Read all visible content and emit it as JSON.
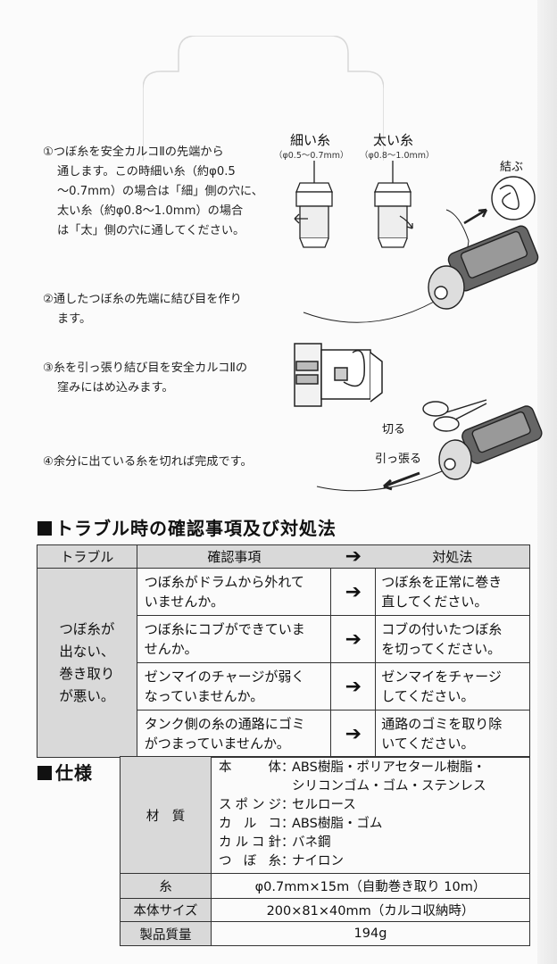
{
  "steps": [
    {
      "line1": "①つぼ糸を安全カルコⅡの先端から",
      "line2": "通します。この時細い糸（約φ0.5",
      "line3": "〜0.7mm）の場合は「細」側の穴に、",
      "line4": "太い糸（約φ0.8〜1.0mm）の場合",
      "line5": "は「太」側の穴に通してください。"
    },
    {
      "line1": "②通したつぼ糸の先端に結び目を作り",
      "line2": "ます。"
    },
    {
      "line1": "③糸を引っ張り結び目を安全カルコⅡの",
      "line2": "窪みにはめ込みます。"
    },
    {
      "line1": "④余分に出ている糸を切れば完成です。"
    }
  ],
  "illustration": {
    "thin_label": "細い糸",
    "thin_range": "（φ0.5〜0.7mm）",
    "thick_label": "太い糸",
    "thick_range": "（φ0.8〜1.0mm）",
    "tie_label": "結ぶ",
    "cut_label": "切る",
    "pull_label": "引っ張る"
  },
  "trouble": {
    "title": "トラブル時の確認事項及び対処法",
    "headers": {
      "category": "トラブル",
      "check": "確認事項",
      "arrow": "➔",
      "fix": "対処法"
    },
    "category": {
      "l1": "つぼ糸が",
      "l2": "出ない、",
      "l3": "巻き取り",
      "l4": "が悪い。"
    },
    "rows": [
      {
        "check1": "つぼ糸がドラムから外れて",
        "check2": "いませんか。",
        "fix1": "つぼ糸を正常に巻き",
        "fix2": "直してください。"
      },
      {
        "check1": "つぼ糸にコブができていま",
        "check2": "せんか。",
        "fix1": "コブの付いたつぼ糸",
        "fix2": "を切ってください。"
      },
      {
        "check1": "ゼンマイのチャージが弱く",
        "check2": "なっていませんか。",
        "fix1": "ゼンマイをチャージ",
        "fix2": "してください。"
      },
      {
        "check1": "タンク側の糸の通路にゴミ",
        "check2": "がつまっていませんか。",
        "fix1": "通路のゴミを取り除",
        "fix2": "いてください。"
      }
    ],
    "arrow": "➔"
  },
  "spec": {
    "title": "仕様",
    "material_label": "材　質",
    "materials": [
      {
        "key": "本体",
        "sep": "：",
        "v1": "ABS樹脂・ポリアセタール樹脂・",
        "v2": "シリコンゴム・ゴム・ステンレス"
      },
      {
        "key": "スポンジ",
        "sep": "：",
        "v1": "セルロース"
      },
      {
        "key": "カルコ",
        "sep": "：",
        "v1": "ABS樹脂・ゴム"
      },
      {
        "key": "カルコ針",
        "sep": "：",
        "v1": "バネ鋼"
      },
      {
        "key": "つぼ糸",
        "sep": "：",
        "v1": "ナイロン"
      }
    ],
    "thread_label": "糸",
    "thread_value": "φ0.7mm×15m（自動巻き取り 10m）",
    "size_label": "本体サイズ",
    "size_value": "200×81×40mm（カルコ収納時）",
    "weight_label": "製品質量",
    "weight_value": "194g"
  }
}
